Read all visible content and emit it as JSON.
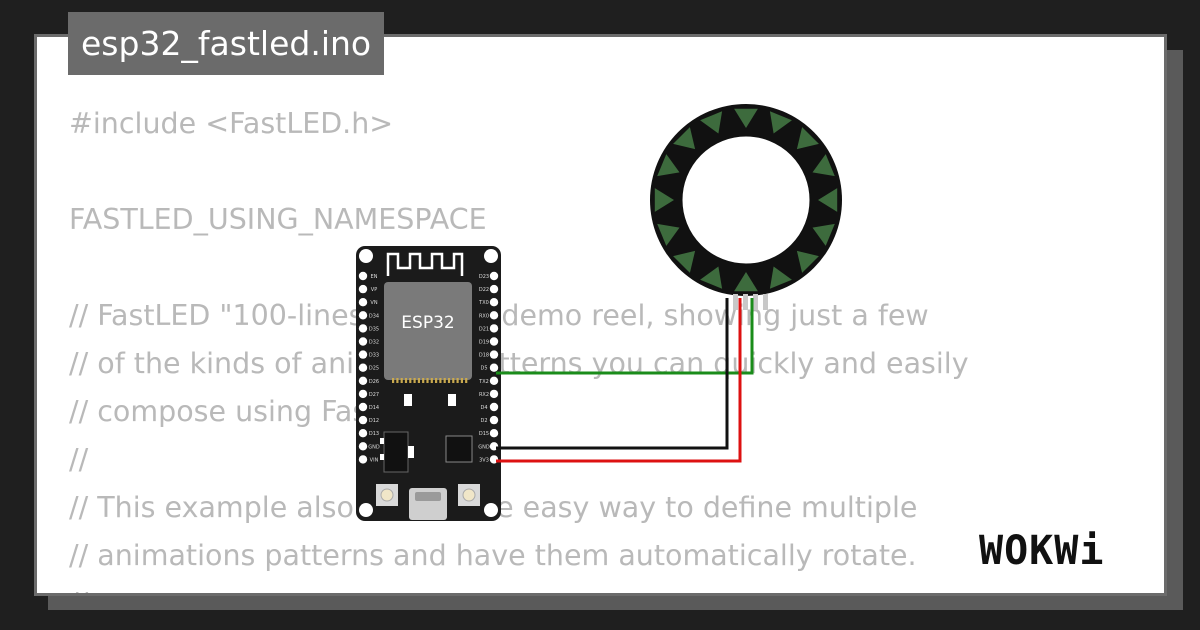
{
  "file_tab": {
    "title": "esp32_fastled.ino"
  },
  "code_lines": [
    "#include <FastLED.h>",
    "",
    "FASTLED_USING_NAMESPACE",
    "",
    "// FastLED \"100-lines-of-code\" demo reel, showing just a few",
    "// of the kinds of animation patterns you can quickly and easily",
    "// compose using FastLED.",
    "//",
    "// This example also shows one easy way to define multiple",
    "// animations patterns and have them automatically rotate.",
    "//"
  ],
  "board": {
    "chip_label": "ESP32",
    "left_pins": [
      "EN",
      "VP",
      "VN",
      "D34",
      "D35",
      "D32",
      "D33",
      "D25",
      "D26",
      "D27",
      "D14",
      "D12",
      "D13",
      "GND",
      "VIN"
    ],
    "right_pins": [
      "D23",
      "D22",
      "TX0",
      "RX0",
      "D21",
      "D19",
      "D18",
      "D5",
      "TX2",
      "RX2",
      "D4",
      "D2",
      "D15",
      "GND",
      "3V3"
    ]
  },
  "wires": {
    "data_color": "#1a8c1a",
    "gnd_color": "#111111",
    "vcc_color": "#dd1111"
  },
  "led_ring": {
    "pixel_count": 16
  },
  "brand": {
    "logo_text": "WOKWi"
  }
}
